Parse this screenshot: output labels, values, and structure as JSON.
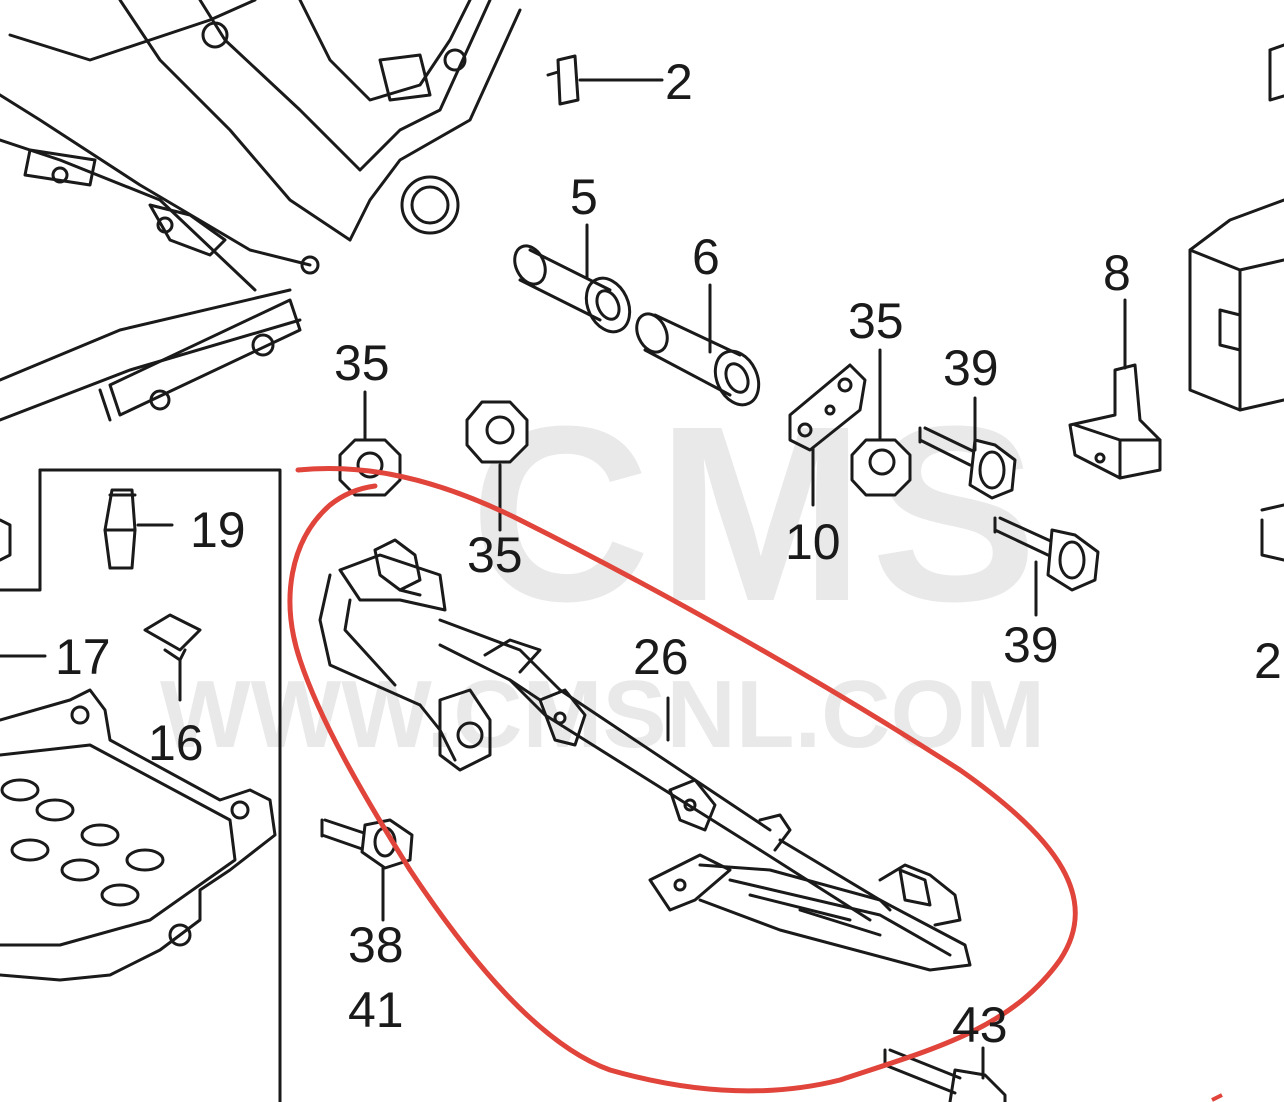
{
  "watermark": {
    "logo": "CMS",
    "url": "WWW.CMSNL.COM"
  },
  "callouts": {
    "p2": "2",
    "p5": "5",
    "p6": "6",
    "p8": "8",
    "p35_top": "35",
    "p35_left": "35",
    "p35_mid": "35",
    "p39_top": "39",
    "p10": "10",
    "p39_bottom": "39",
    "p19": "19",
    "p17": "17",
    "p16": "16",
    "p26": "26",
    "p38": "38",
    "p41": "41",
    "p43": "43",
    "p2_edge": "2"
  },
  "colors": {
    "line_art": "#1a1a1a",
    "highlight": "#e0443a",
    "watermark": "#9a9a9a"
  }
}
